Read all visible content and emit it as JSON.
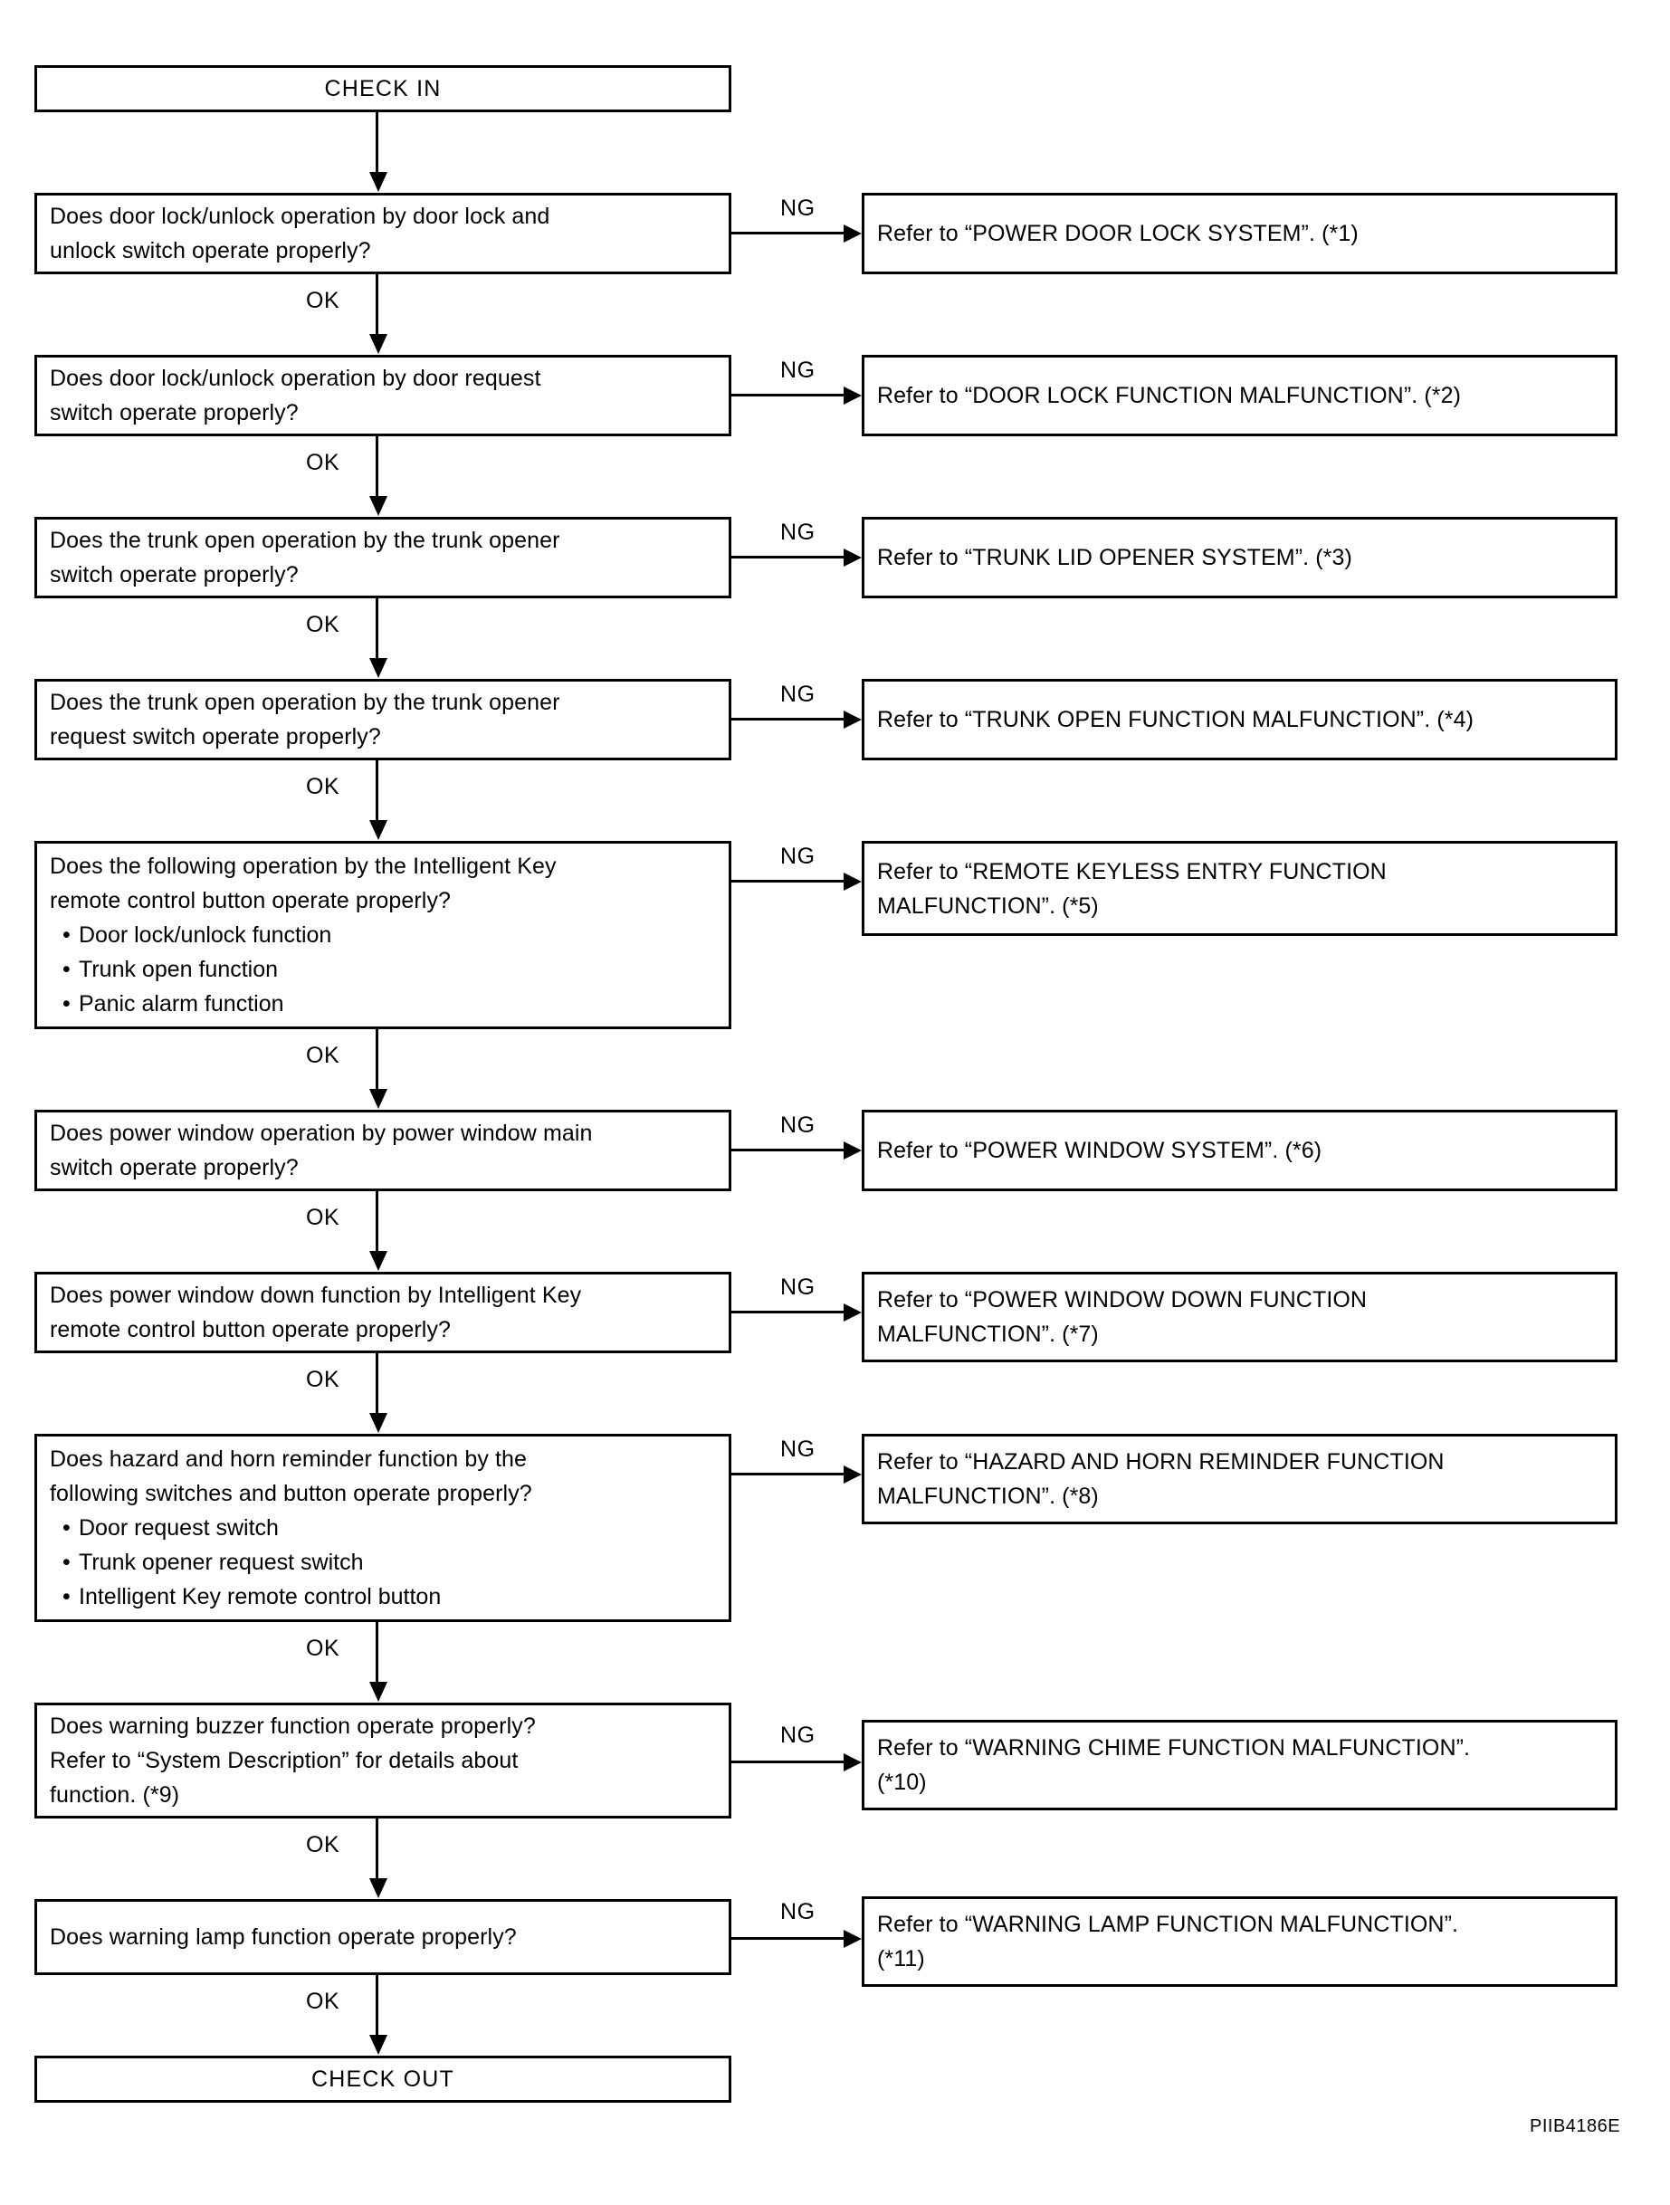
{
  "figure": {
    "reference_code": "PIIB4186E",
    "start_label": "CHECK IN",
    "end_label": "CHECK OUT",
    "ok_label": "OK",
    "ng_label": "NG"
  },
  "steps": [
    {
      "question_lines": [
        "Does door lock/unlock operation by door lock and",
        "unlock switch operate properly?"
      ],
      "bullets": [],
      "ng_lines": [
        "Refer to “POWER DOOR LOCK SYSTEM”. (*1)"
      ]
    },
    {
      "question_lines": [
        "Does door lock/unlock operation by door request",
        "switch operate properly?"
      ],
      "bullets": [],
      "ng_lines": [
        "Refer to “DOOR LOCK FUNCTION MALFUNCTION”. (*2)"
      ]
    },
    {
      "question_lines": [
        "Does the trunk open operation by the trunk opener",
        "switch operate properly?"
      ],
      "bullets": [],
      "ng_lines": [
        "Refer to “TRUNK LID OPENER SYSTEM”. (*3)"
      ]
    },
    {
      "question_lines": [
        "Does the trunk open operation by the trunk opener",
        "request switch operate properly?"
      ],
      "bullets": [],
      "ng_lines": [
        "Refer to “TRUNK OPEN FUNCTION MALFUNCTION”. (*4)"
      ]
    },
    {
      "question_lines": [
        "Does the following operation by the Intelligent Key",
        "remote control button operate properly?"
      ],
      "bullets": [
        "Door lock/unlock function",
        "Trunk open function",
        "Panic alarm function"
      ],
      "ng_lines": [
        "Refer to “REMOTE KEYLESS ENTRY FUNCTION",
        "MALFUNCTION”. (*5)"
      ]
    },
    {
      "question_lines": [
        "Does power window operation by power window main",
        "switch operate properly?"
      ],
      "bullets": [],
      "ng_lines": [
        "Refer to “POWER WINDOW SYSTEM”. (*6)"
      ]
    },
    {
      "question_lines": [
        "Does power window down function by Intelligent Key",
        "remote control button operate properly?"
      ],
      "bullets": [],
      "ng_lines": [
        "Refer to “POWER WINDOW DOWN FUNCTION",
        "MALFUNCTION”. (*7)"
      ]
    },
    {
      "question_lines": [
        "Does hazard and horn reminder function by the",
        "following switches and button operate properly?"
      ],
      "bullets": [
        "Door request switch",
        "Trunk opener request switch",
        "Intelligent Key remote control button"
      ],
      "ng_lines": [
        "Refer to “HAZARD AND HORN REMINDER FUNCTION",
        "MALFUNCTION”. (*8)"
      ]
    },
    {
      "question_lines": [
        "Does warning buzzer function operate properly?",
        "Refer to “System Description” for details about",
        "function. (*9)"
      ],
      "bullets": [],
      "ng_lines": [
        "Refer to “WARNING CHIME FUNCTION MALFUNCTION”.",
        "(*10)"
      ]
    },
    {
      "question_lines": [
        "Does warning lamp function operate properly?"
      ],
      "bullets": [],
      "ng_lines": [
        "Refer to “WARNING LAMP FUNCTION MALFUNCTION”.",
        "(*11)"
      ]
    }
  ]
}
